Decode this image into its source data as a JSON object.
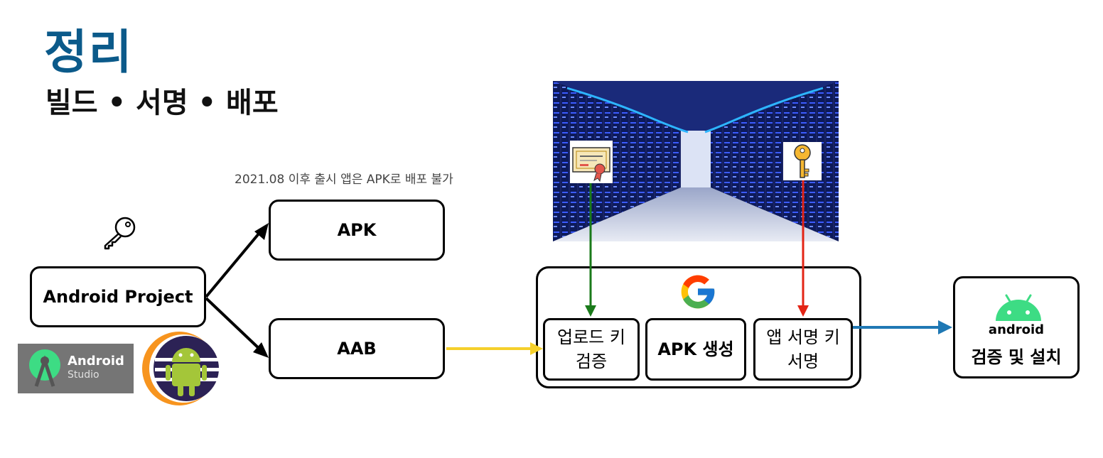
{
  "title": "정리",
  "subtitle": "빌드 • 서명 • 배포",
  "note": "2021.08 이후 출시 앱은 APK로 배포 불가",
  "boxes": {
    "project": "Android Project",
    "apk": "APK",
    "aab": "AAB"
  },
  "google": {
    "upload_key_line1": "업로드 키",
    "upload_key_line2": "검증",
    "apk_gen": "APK 생성",
    "app_sign_line1": "앱 서명 키",
    "app_sign_line2": "서명"
  },
  "device": {
    "android_word": "android",
    "label": "검증 및 설치"
  },
  "logos": {
    "android_studio_name": "Android",
    "android_studio_sub": "Studio"
  },
  "colors": {
    "title": "#0b5a8a",
    "arrow_green": "#1a7a1a",
    "arrow_red": "#e32415",
    "arrow_yellow": "#f5d02b",
    "arrow_blue": "#1f78b4",
    "android_green": "#3ddc84"
  },
  "icons": [
    "key-icon",
    "certificate-icon",
    "golden-key-icon",
    "google-g-icon",
    "android-head-icon",
    "android-studio-logo",
    "eclipse-android-logo"
  ]
}
